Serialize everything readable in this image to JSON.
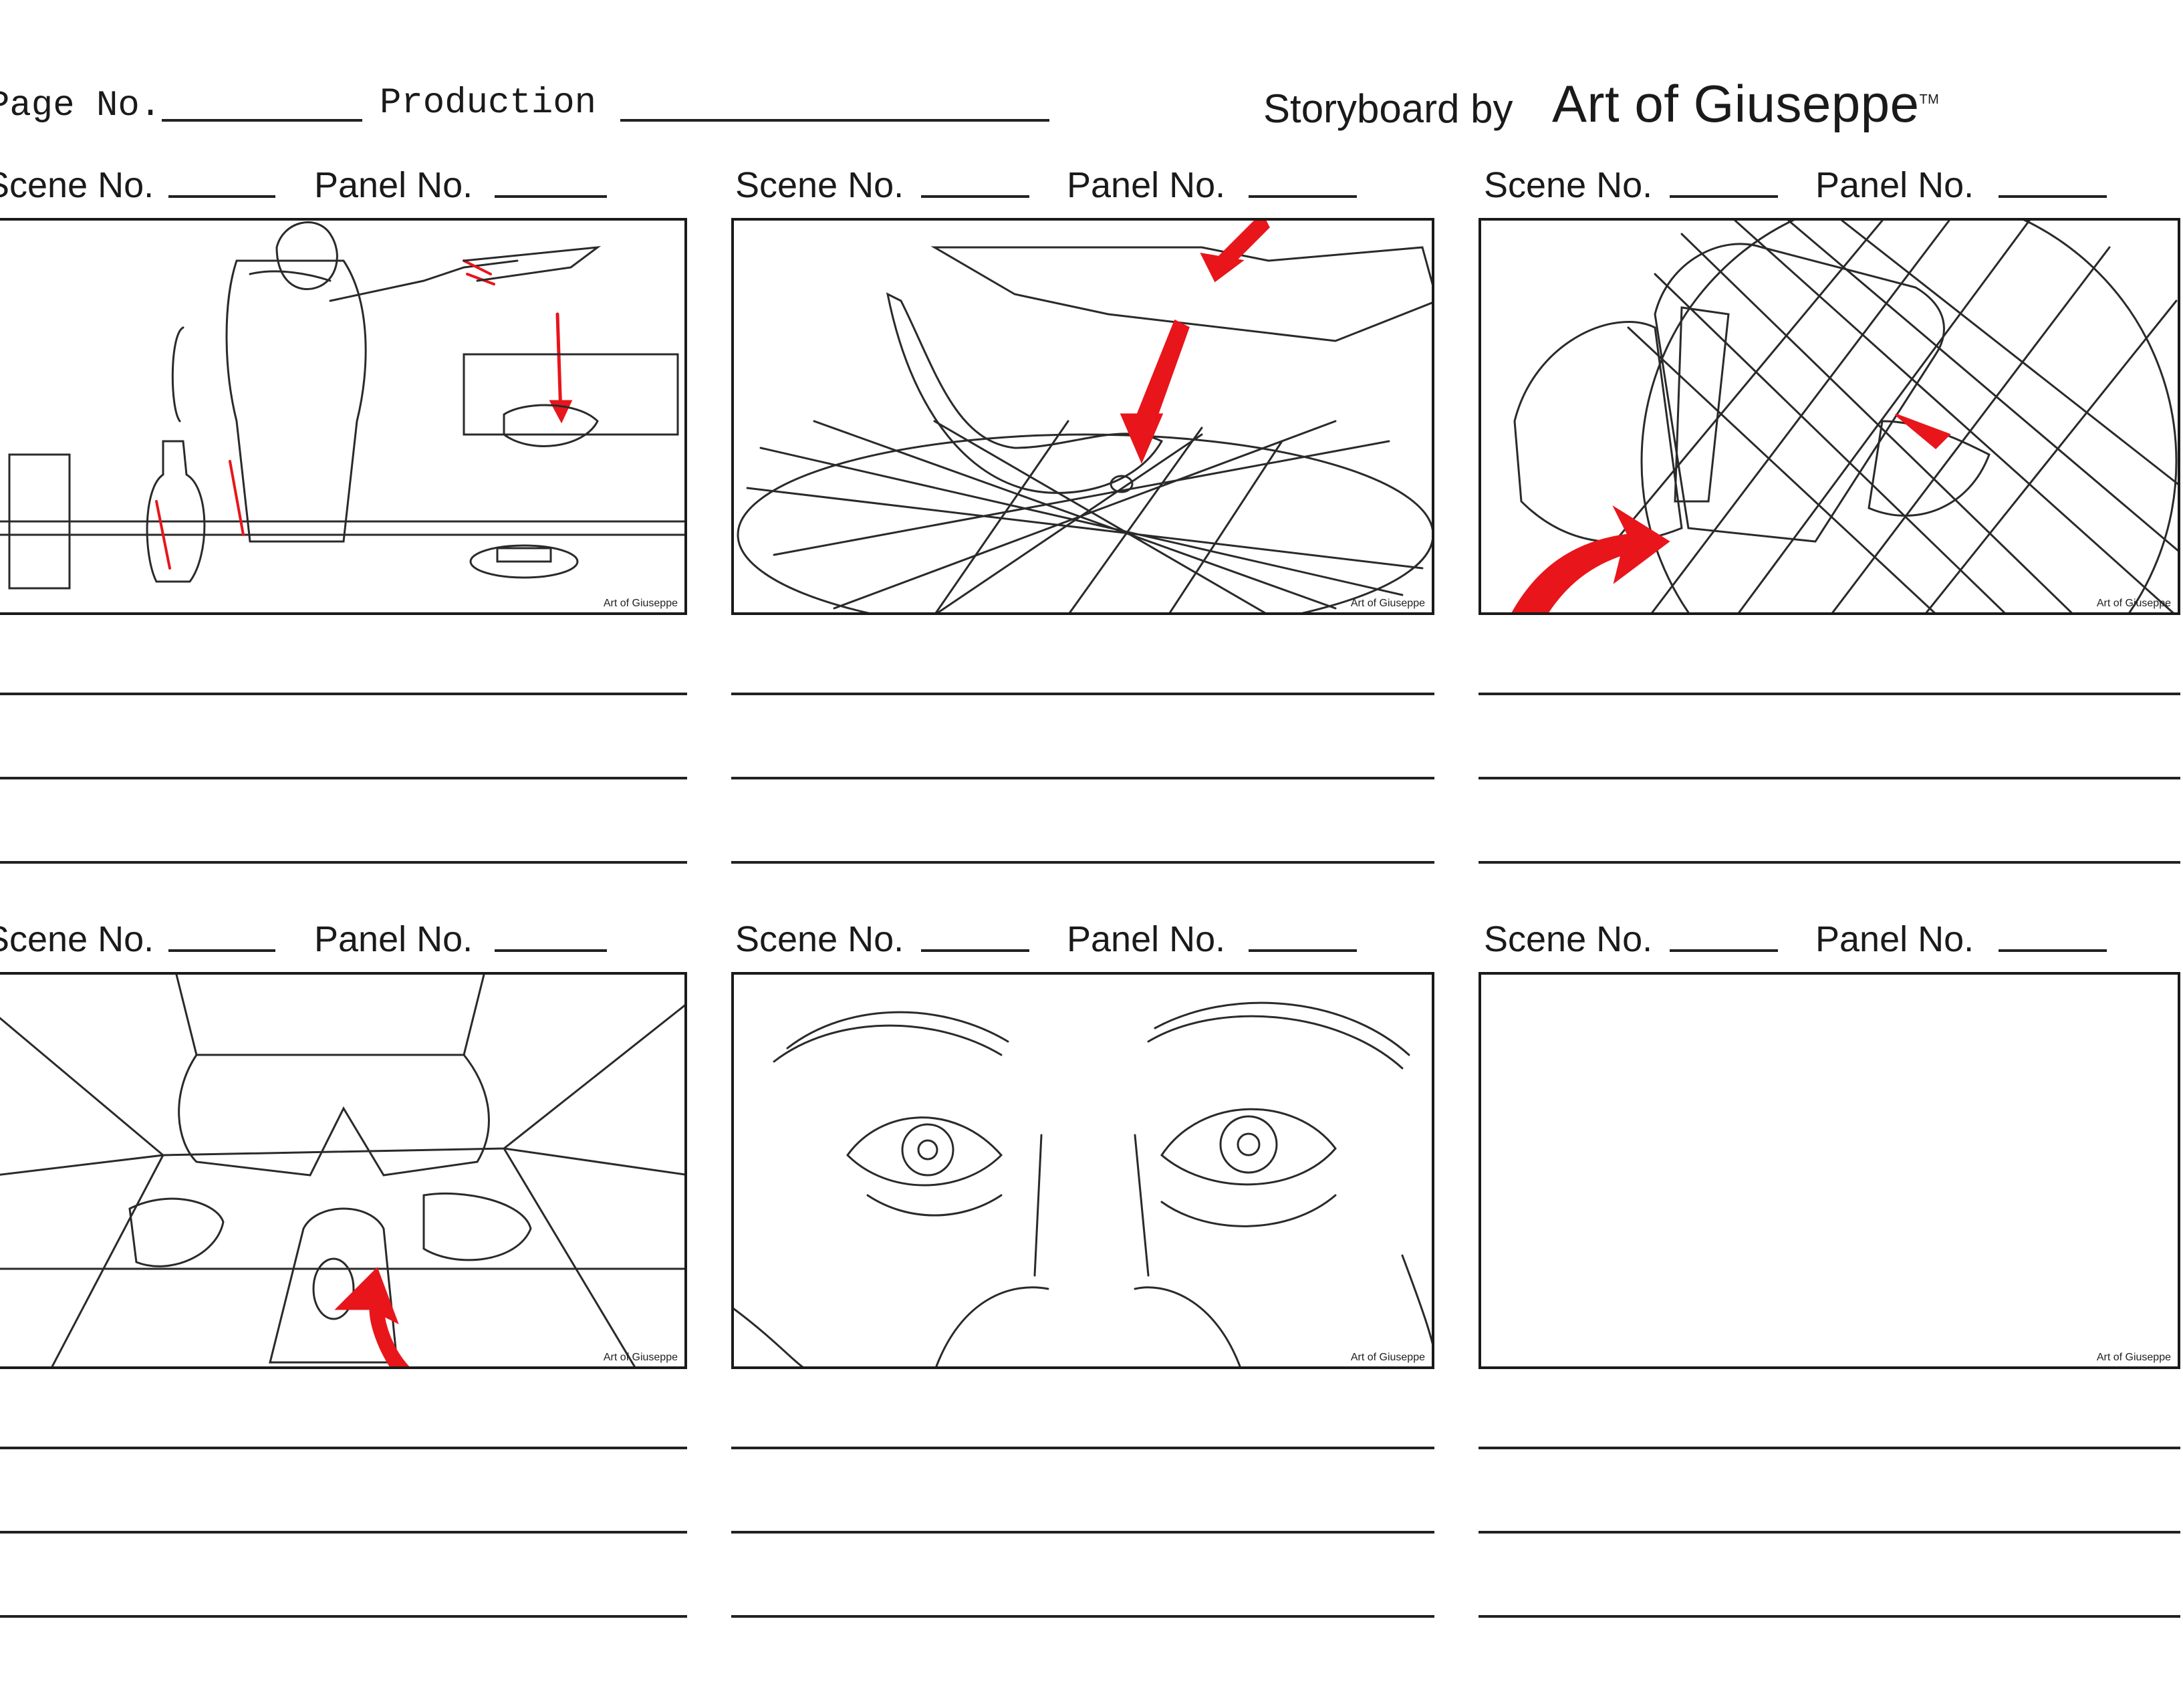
{
  "header": {
    "page_label": "Page No.",
    "production_label": "Production",
    "storyboard_by": "Storyboard by",
    "brand": "Art of Giuseppe",
    "trademark": "TM"
  },
  "panels": [
    {
      "scene_label": "Scene No.",
      "panel_label": "Panel No.",
      "watermark": "Art of Giuseppe",
      "icon": "kitchen-sketch-icon"
    },
    {
      "scene_label": "Scene No.",
      "panel_label": "Panel No.",
      "watermark": "Art of Giuseppe",
      "icon": "fish-grill-sketch-icon"
    },
    {
      "scene_label": "Scene No.",
      "panel_label": "Panel No.",
      "watermark": "Art of Giuseppe",
      "icon": "hand-flip-sketch-icon"
    },
    {
      "scene_label": "Scene No.",
      "panel_label": "Panel No.",
      "watermark": "Art of Giuseppe",
      "icon": "feet-phone-sketch-icon"
    },
    {
      "scene_label": "Scene No.",
      "panel_label": "Panel No.",
      "watermark": "Art of Giuseppe",
      "icon": "eyes-closeup-sketch-icon"
    },
    {
      "scene_label": "Scene No.",
      "panel_label": "Panel No.",
      "watermark": "Art of Giuseppe",
      "icon": ""
    }
  ],
  "colors": {
    "ink": "#1a1a1a",
    "accent_red": "#e8161b",
    "paper": "#ffffff"
  }
}
